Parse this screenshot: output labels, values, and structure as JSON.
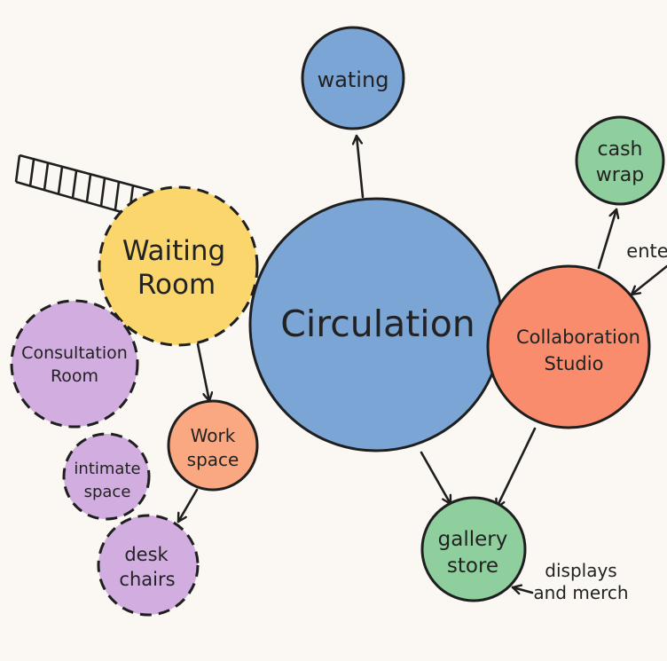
{
  "nodes": {
    "circulation": {
      "label": "Circulation",
      "color": "#7aa5d5",
      "style": "solid"
    },
    "waiting_small": {
      "label": "wating",
      "color": "#7aa5d5",
      "style": "solid"
    },
    "cash_wrap": {
      "lines": [
        "cash",
        "wrap"
      ],
      "color": "#8fce9d",
      "style": "solid"
    },
    "collaboration_studio": {
      "lines": [
        "Collaboration",
        "Studio"
      ],
      "color": "#f98c6c",
      "style": "solid"
    },
    "waiting_room": {
      "lines": [
        "Waiting",
        "Room"
      ],
      "color": "#fad66d",
      "style": "dashed"
    },
    "consultation_room": {
      "lines": [
        "Consultation",
        "Room"
      ],
      "color": "#d2aee0",
      "style": "dashed"
    },
    "work_space": {
      "lines": [
        "Work",
        "space"
      ],
      "color": "#f9a882",
      "style": "solid"
    },
    "intimate_space": {
      "lines": [
        "intimate",
        "space"
      ],
      "color": "#d2aee0",
      "style": "dashed"
    },
    "desk_chairs": {
      "lines": [
        "desk",
        "chairs"
      ],
      "color": "#d2aee0",
      "style": "dashed"
    },
    "gallery_store": {
      "lines": [
        "gallery",
        "store"
      ],
      "color": "#8fce9d",
      "style": "solid"
    }
  },
  "annotations": {
    "enter": "ente",
    "displays": [
      "displays",
      "and merch"
    ]
  },
  "edges": [
    {
      "from": "circulation",
      "to": "waiting_small"
    },
    {
      "from": "collaboration_studio",
      "to": "cash_wrap"
    },
    {
      "from": "enter_label",
      "to": "collaboration_studio"
    },
    {
      "from": "waiting_room",
      "to": "work_space"
    },
    {
      "from": "work_space",
      "to": "desk_chairs"
    },
    {
      "from": "circulation",
      "to": "gallery_store"
    },
    {
      "from": "collaboration_studio",
      "to": "gallery_store"
    },
    {
      "from": "displays_label",
      "to": "gallery_store"
    }
  ]
}
